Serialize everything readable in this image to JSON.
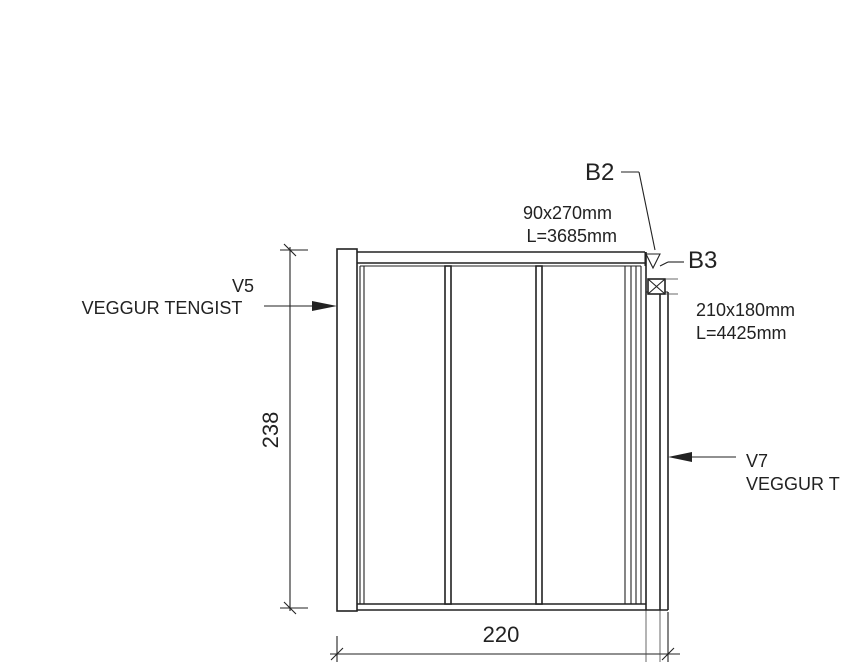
{
  "labels": {
    "b2": "B2",
    "b2_size": "90x270mm",
    "b2_length": "L=3685mm",
    "b3": "B3",
    "b3_size": "210x180mm",
    "b3_length": "L=4425mm",
    "v5": "V5",
    "v5_desc": "VEGGUR TENGIST",
    "v7": "V7",
    "v7_desc": "VEGGUR T",
    "height_dim": "238",
    "width_dim": "220"
  },
  "colors": {
    "ink": "#222222",
    "background": "#ffffff"
  }
}
